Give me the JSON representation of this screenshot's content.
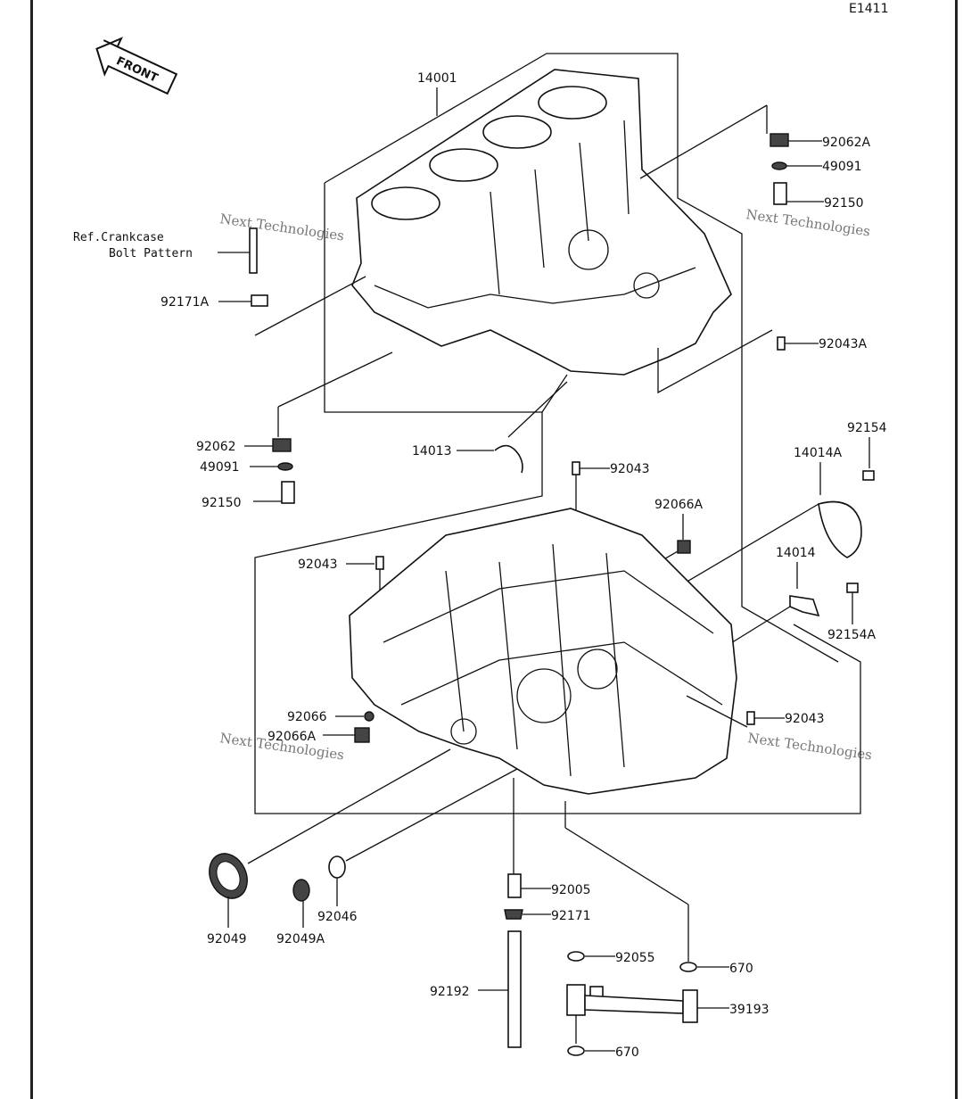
{
  "diagram_code": "E1411",
  "front_label": "FRONT",
  "reference_note": [
    "Ref.Crankcase",
    "Bolt Pattern"
  ],
  "watermark": "Next Technologies",
  "parts": {
    "p14001": "14001",
    "p92062A": "92062A",
    "p49091_top": "49091",
    "p92150_top": "92150",
    "p92171A": "92171A",
    "p92043A": "92043A",
    "p92062": "92062",
    "p49091": "49091",
    "p92150": "92150",
    "p14013": "14013",
    "p92043_a": "92043",
    "p92154": "92154",
    "p14014A": "14014A",
    "p92066A_top": "92066A",
    "p92043_b": "92043",
    "p14014": "14014",
    "p92154A": "92154A",
    "p92066": "92066",
    "p92066A": "92066A",
    "p92043_c": "92043",
    "p92049": "92049",
    "p92049A": "92049A",
    "p92046": "92046",
    "p92005": "92005",
    "p92171": "92171",
    "p92192": "92192",
    "p92055": "92055",
    "p670_a": "670",
    "p39193": "39193",
    "p670_b": "670"
  }
}
